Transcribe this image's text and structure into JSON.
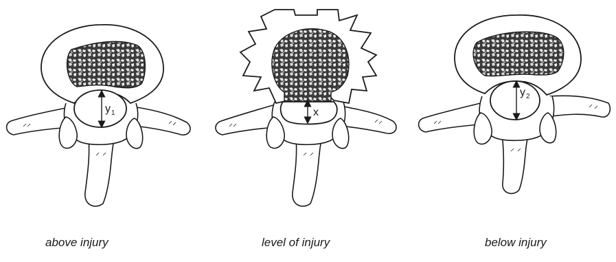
{
  "panels": [
    {
      "caption": "above injury",
      "measure_label": "y",
      "measure_subscript": "1"
    },
    {
      "caption": "level of injury",
      "measure_label": "x",
      "measure_subscript": ""
    },
    {
      "caption": "below injury",
      "measure_label": "y",
      "measure_subscript": "2"
    }
  ],
  "colors": {
    "ink": "#1a1a1a",
    "paper": "#ffffff"
  }
}
